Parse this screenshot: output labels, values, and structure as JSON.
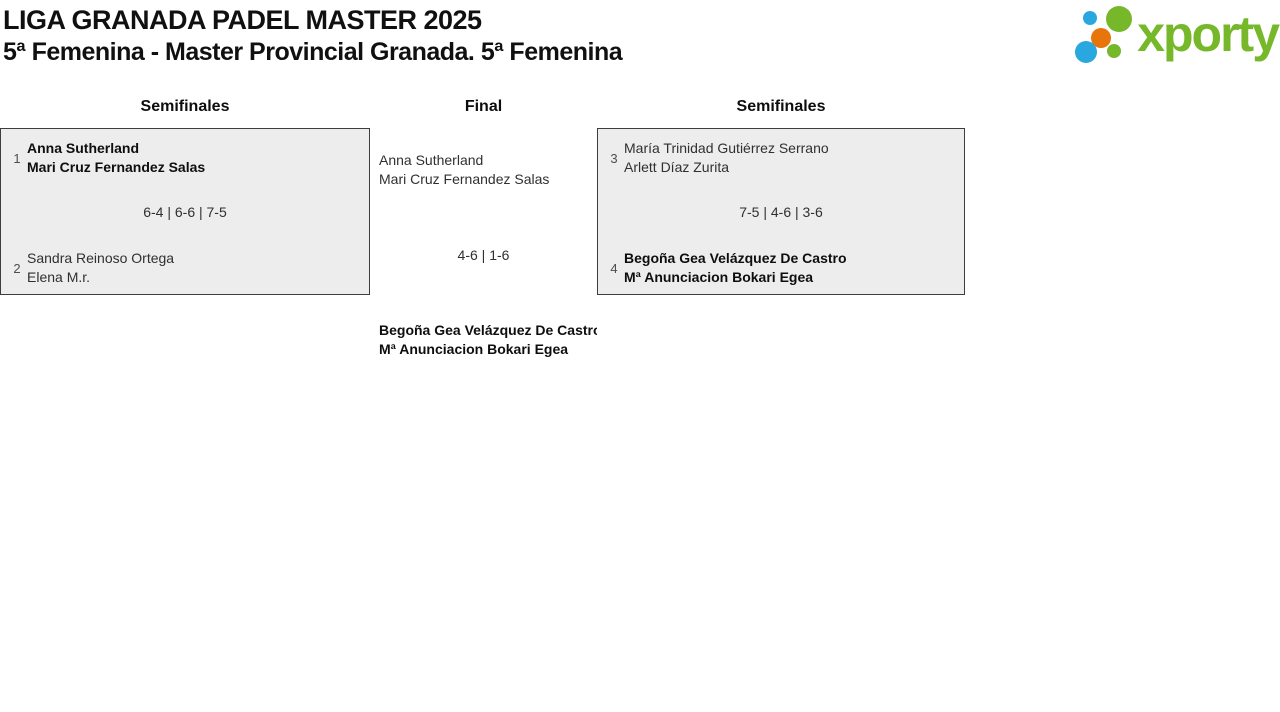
{
  "header": {
    "title": "LIGA GRANADA PADEL MASTER 2025",
    "subtitle": "5ª Femenina - Master Provincial Granada. 5ª Femenina"
  },
  "logo": {
    "wordmark": "xporty",
    "colors": {
      "green": "#76b82a",
      "blue": "#29a8e0",
      "orange": "#e8740c"
    }
  },
  "bracket": {
    "columns": [
      {
        "label": "Semifinales"
      },
      {
        "label": "Final"
      },
      {
        "label": "Semifinales"
      }
    ],
    "matches": [
      {
        "round": "Semifinales",
        "score": "6-4 | 6-6 | 7-5",
        "teams": [
          {
            "seed": "1",
            "players": [
              "Anna Sutherland",
              "Mari Cruz Fernandez Salas"
            ],
            "winner": true
          },
          {
            "seed": "2",
            "players": [
              "Sandra Reinoso Ortega",
              "Elena M.r."
            ],
            "winner": false
          }
        ]
      },
      {
        "round": "Semifinales",
        "score": "7-5 | 4-6 | 3-6",
        "teams": [
          {
            "seed": "3",
            "players": [
              "María Trinidad Gutiérrez Serrano",
              "Arlett Díaz Zurita"
            ],
            "winner": false
          },
          {
            "seed": "4",
            "players": [
              "Begoña Gea Velázquez De Castro",
              "Mª Anunciacion Bokari Egea"
            ],
            "winner": true
          }
        ]
      }
    ],
    "final": {
      "round": "Final",
      "score": "4-6 | 1-6",
      "finalist_top": {
        "players": [
          "Anna Sutherland",
          "Mari Cruz Fernandez Salas"
        ],
        "winner": false
      },
      "winner_team": {
        "players": [
          "Begoña Gea Velázquez De Castro",
          "Mª Anunciacion Bokari Egea"
        ],
        "winner": true
      }
    }
  }
}
